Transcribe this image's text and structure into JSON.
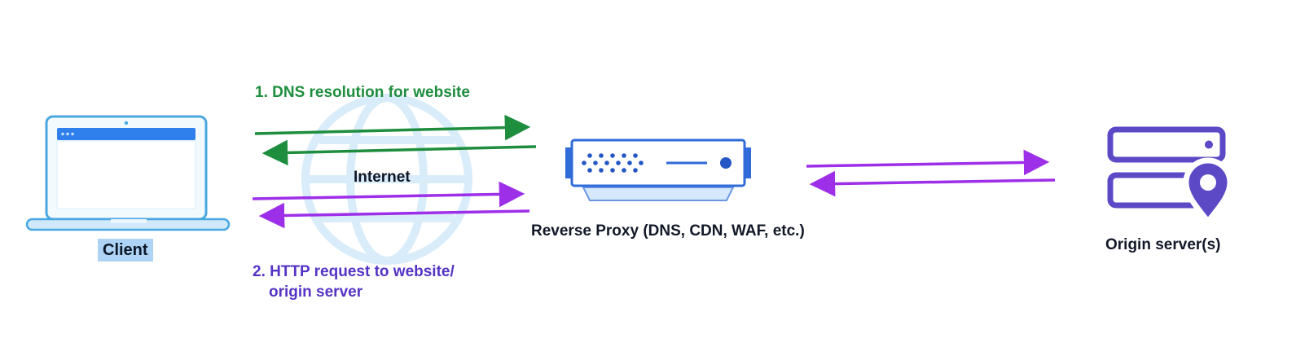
{
  "labels": {
    "client": "Client",
    "internet": "Internet",
    "step1": "1. DNS resolution for website",
    "step2_line1": "2. HTTP request to website/",
    "step2_line2": "origin server",
    "reverse_proxy": "Reverse Proxy (DNS, CDN, WAF, etc.)",
    "origin": "Origin server(s)"
  },
  "colors": {
    "arrow-green": "#1e8e3e",
    "arrow-purple": "#9d2fe8",
    "text-green": "#1e8e3e",
    "text-purple": "#5533c4",
    "proxy-blue": "#2f6bd9",
    "proxy-dot-blue": "#2456c4",
    "proxy-base-fill": "#d6e8fb",
    "proxy-base-stroke": "#6b97e2",
    "laptop-blue": "#4aa8e0",
    "laptop-bar-blue": "#2f80ed",
    "laptop-body-fill": "#f2fafe",
    "laptop-base-fill": "#cfe9fb",
    "globe-blue": "#d9ecf9",
    "origin-purple": "#5b49c6",
    "label-dark": "#111827",
    "client-highlight": "#aed3f5"
  }
}
